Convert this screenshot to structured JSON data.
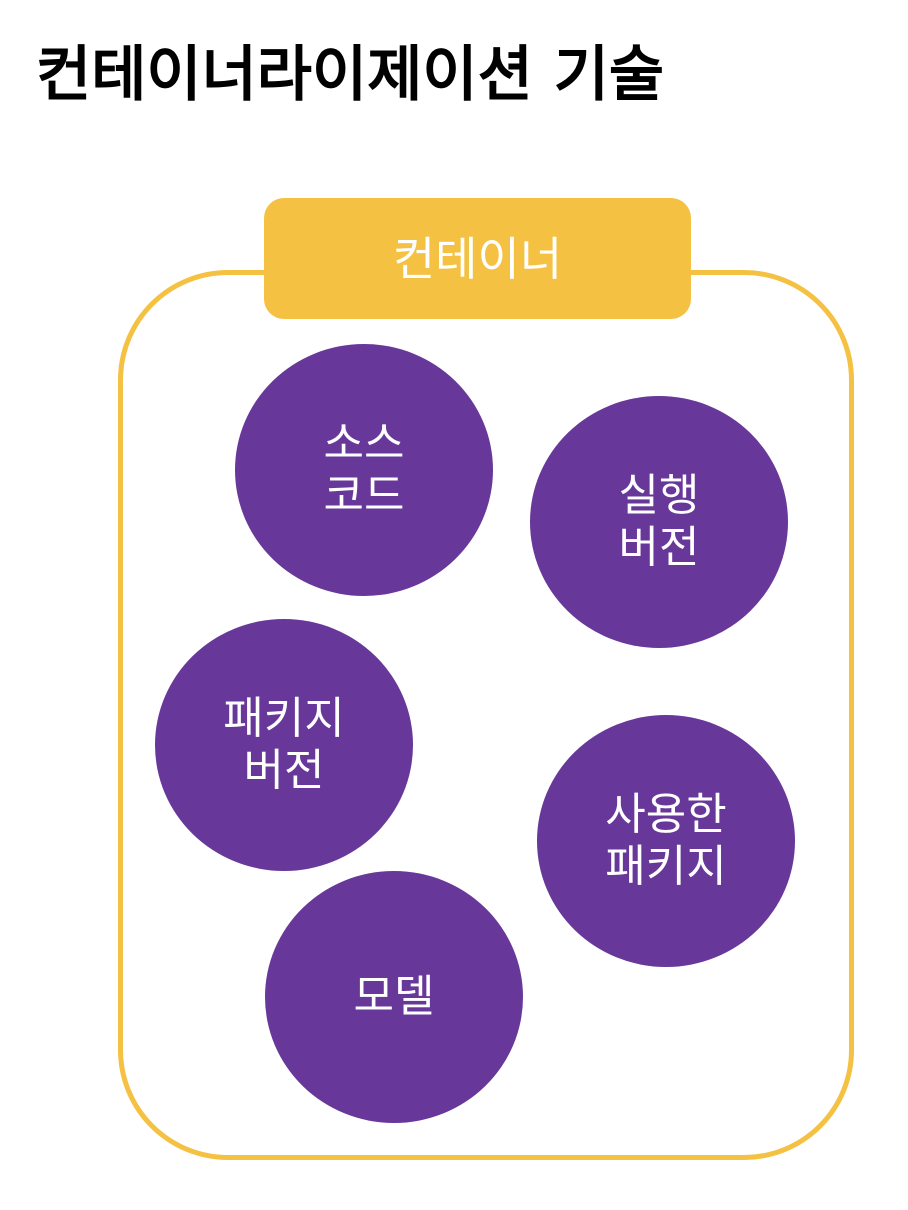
{
  "title": "컨테이너라이제이션 기술",
  "container": {
    "label": "컨테이너"
  },
  "items": [
    {
      "lines": [
        "소스",
        "코드"
      ]
    },
    {
      "lines": [
        "실행",
        "버전"
      ]
    },
    {
      "lines": [
        "패키지",
        "버전"
      ]
    },
    {
      "lines": [
        "사용한",
        "패키지"
      ]
    },
    {
      "lines": [
        "모델"
      ]
    }
  ],
  "colors": {
    "container_accent": "#f4c142",
    "item_fill": "#673899",
    "text_on_fill": "#ffffff"
  }
}
